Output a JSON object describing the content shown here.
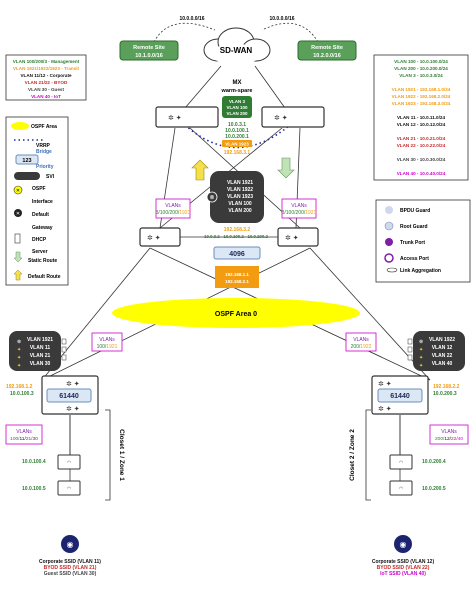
{
  "colors": {
    "green_box": "#5aa05a",
    "ospf_yellow": "#ffff00",
    "vlan_orange": "#f39c12",
    "vlan_green": "#2e7d32",
    "vlan_red": "#c62828",
    "vlan_magenta": "#cc00cc",
    "vlan_purple": "#7e1fa8",
    "switch_dark": "#3a3a3a",
    "link_blue": "#1f2a9c"
  },
  "top": {
    "cloud_label": "SD-WAN",
    "left_net": "10.0.0.0/16",
    "right_net": "10.0.0.0/16",
    "remote_left": {
      "title": "Remote Site",
      "net": "10.1.0.0/16"
    },
    "remote_right": {
      "title": "Remote Site",
      "net": "10.2.0.0/16"
    },
    "mx_title": "MX",
    "mx_subtitle": "warm-spare"
  },
  "mx_vlans": [
    "VLAN 3",
    "VLAN 100",
    "VLAN 200"
  ],
  "mx_ips": [
    "10.0.3.1",
    "10.0.100.1",
    "10.0.200.1"
  ],
  "mx_vlan_transit": "VLAN 1923",
  "mx_transit_ip": "192.168.3.1",
  "core_vlans": [
    "VLAN 1921",
    "VLAN 1922",
    "VLAN 1923",
    "VLAN 100",
    "VLAN 200"
  ],
  "core_trunk_left": {
    "head": "VLANs",
    "a": "3/",
    "b": "100/200/",
    "c": "1923"
  },
  "core_trunk_right": {
    "head": "VLANs",
    "a": "3/",
    "b": "100/200/",
    "c": "1923"
  },
  "core_ips": {
    "line1": "192.168.3.2",
    "line2": "10.0.3.2 - 10.0.100.2 - 10.0.200.2"
  },
  "stack_id": "4096",
  "core_transit": [
    "192.168.1.1",
    "192.168.2.1"
  ],
  "ospf_area": "OSPF Area 0",
  "left_dist": {
    "vlans": [
      "VLAN 1921",
      "VLAN 11",
      "VLAN 21",
      "VLAN 30"
    ],
    "trunk": {
      "head": "VLANs",
      "a": "100/",
      "b": "1921"
    },
    "ip1": "192.168.1.2",
    "ip2": "10.0.100.3",
    "stack_id": "61440",
    "access_trunk": {
      "head": "VLANs",
      "a": "100/",
      "b": "11/",
      "c": "21/",
      "d": "30"
    },
    "ap_ips": [
      "10.0.100.4",
      "10.0.100.5"
    ],
    "zone_label": "Closet 1 / Zone 1",
    "ssid_lines": [
      "Corporate SSID (VLAN 11)",
      "BYOD SSID (VLAN 21)",
      "Guest SSID (VLAN 30)"
    ]
  },
  "right_dist": {
    "vlans": [
      "VLAN 1922",
      "VLAN 12",
      "VLAN 22",
      "VLAN 40"
    ],
    "trunk": {
      "head": "VLANs",
      "a": "200/",
      "b": "1922"
    },
    "ip1": "192.168.2.2",
    "ip2": "10.0.200.3",
    "stack_id": "61440",
    "access_trunk": {
      "head": "VLANs",
      "a": "200/",
      "b": "12/",
      "c": "22/",
      "d": "40"
    },
    "ap_ips": [
      "10.0.200.4",
      "10.0.200.5"
    ],
    "zone_label": "Closet 2 / Zone 2",
    "ssid_lines": [
      "Corporate SSID (VLAN 12)",
      "BYOD SSID (VLAN 22)",
      "IoT SSID (VLAN 40)"
    ]
  },
  "legend_left": {
    "ospf": "OSPF Area",
    "vrrp": "VRRP",
    "bridge": "Bridge",
    "priority_num": "123",
    "priority": "Priority",
    "svi": "SVI",
    "ospf_iface_a": "OSPF",
    "ospf_iface_b": "Interface",
    "default_gw_a": "Default",
    "default_gw_b": "Gateway",
    "dhcp_a": "DHCP",
    "dhcp_b": "Server",
    "static_route": "Static Route",
    "default_route": "Default Route"
  },
  "legend_right": [
    {
      "text": "BPDU Guard"
    },
    {
      "text": "Root Guard"
    },
    {
      "text": "Trunk Port"
    },
    {
      "text": "Access Port"
    },
    {
      "text": "Link Aggregation"
    }
  ],
  "vlan_table": [
    {
      "text": "VLAN 100/200/3 - Management",
      "color": "#2e7d32"
    },
    {
      "text": "VLAN 1921/1922/1923 - Transit",
      "color": "#f39c12"
    },
    {
      "text": "VLAN 11/12 - Corporate",
      "color": "#111111"
    },
    {
      "text": "VLAN 21/22 - BYOD",
      "color": "#c62828"
    },
    {
      "text": "VLAN 30 - Guest",
      "color": "#444444"
    },
    {
      "text": "VLAN 40 - IoT",
      "color": "#cc00cc"
    }
  ],
  "subnet_table": [
    {
      "text": "VLAN 100 - 10.0.100.0/24",
      "color": "#2e7d32"
    },
    {
      "text": "VLAN 200 - 10.0.200.0/24",
      "color": "#2e7d32"
    },
    {
      "text": "VLAN 3 - 10.0.3.0/24",
      "color": "#2e7d32"
    },
    {
      "text": "",
      "color": "#000"
    },
    {
      "text": "VLAN 1921 - 192.168.1.0/24",
      "color": "#f39c12"
    },
    {
      "text": "VLAN 1922 - 192.168.2.0/24",
      "color": "#f39c12"
    },
    {
      "text": "VLAN 1923 - 192.168.3.0/24",
      "color": "#f39c12"
    },
    {
      "text": "",
      "color": "#000"
    },
    {
      "text": "VLAN 11 - 10.0.11.0/24",
      "color": "#111111"
    },
    {
      "text": "VLAN 12 - 10.0.12.0/24",
      "color": "#111111"
    },
    {
      "text": "",
      "color": "#000"
    },
    {
      "text": "VLAN 21 - 10.0.21.0/24",
      "color": "#c62828"
    },
    {
      "text": "VLAN 22 - 10.0.22.0/24",
      "color": "#c62828"
    },
    {
      "text": "",
      "color": "#000"
    },
    {
      "text": "VLAN 30 - 10.0.30.0/24",
      "color": "#444444"
    },
    {
      "text": "",
      "color": "#000"
    },
    {
      "text": "VLAN 40 - 10.0.40.0/24",
      "color": "#cc00cc"
    }
  ]
}
